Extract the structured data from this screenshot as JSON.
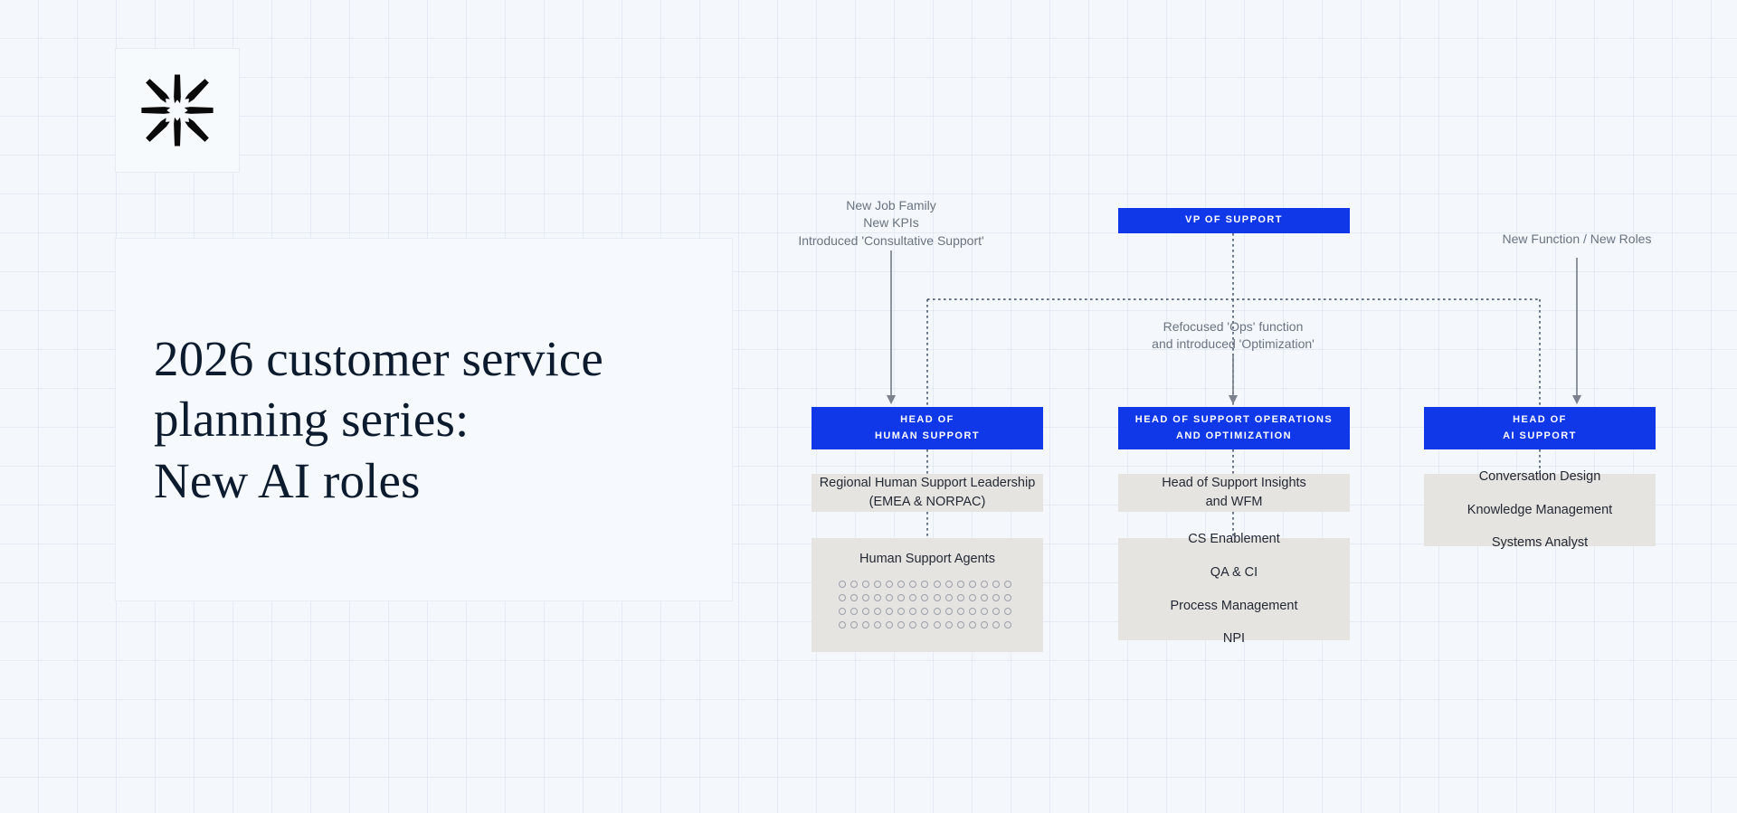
{
  "brand": {
    "logo_icon": "intercom-burst-logo"
  },
  "title": {
    "text": "2026 customer service\nplanning series:\nNew AI roles"
  },
  "colors": {
    "accent_blue": "#1037E8",
    "node_grey": "#E6E4E1",
    "background": "#F4F7FC",
    "text_dark": "#0D1B2E",
    "annotation_grey": "#6A7380"
  },
  "annotations": [
    {
      "id": "left",
      "text": "New Job Family\nNew KPIs\nIntroduced 'Consultative Support'"
    },
    {
      "id": "middle",
      "text": "Refocused 'Ops' function\nand introduced 'Optimization'"
    },
    {
      "id": "right",
      "text": "New Function / New Roles"
    }
  ],
  "org_chart": {
    "root": {
      "label": "VP OF SUPPORT"
    },
    "columns": [
      {
        "id": "human-support",
        "head": {
          "label": "HEAD OF\nHUMAN SUPPORT"
        },
        "groups": [
          {
            "id": "regional-leadership",
            "lines": [
              "Regional Human Support Leadership\n(EMEA & NORPAC)"
            ]
          },
          {
            "id": "human-support-agents",
            "title": "Human Support Agents",
            "dot_columns": 15,
            "dot_rows": 4,
            "dot_count": 60
          }
        ]
      },
      {
        "id": "support-operations",
        "head": {
          "label": "HEAD OF SUPPORT OPERATIONS\nAND OPTIMIZATION"
        },
        "groups": [
          {
            "id": "support-insights",
            "lines": [
              "Head of Support Insights\nand WFM"
            ]
          },
          {
            "id": "ops-roles",
            "lines": [
              "CS Enablement",
              "QA & CI",
              "Process Management",
              "NPI"
            ]
          }
        ]
      },
      {
        "id": "ai-support",
        "head": {
          "label": "HEAD OF\nAI SUPPORT"
        },
        "groups": [
          {
            "id": "ai-roles",
            "lines": [
              "Conversation Design",
              "Knowledge Management",
              "Systems Analyst"
            ]
          }
        ]
      }
    ]
  }
}
